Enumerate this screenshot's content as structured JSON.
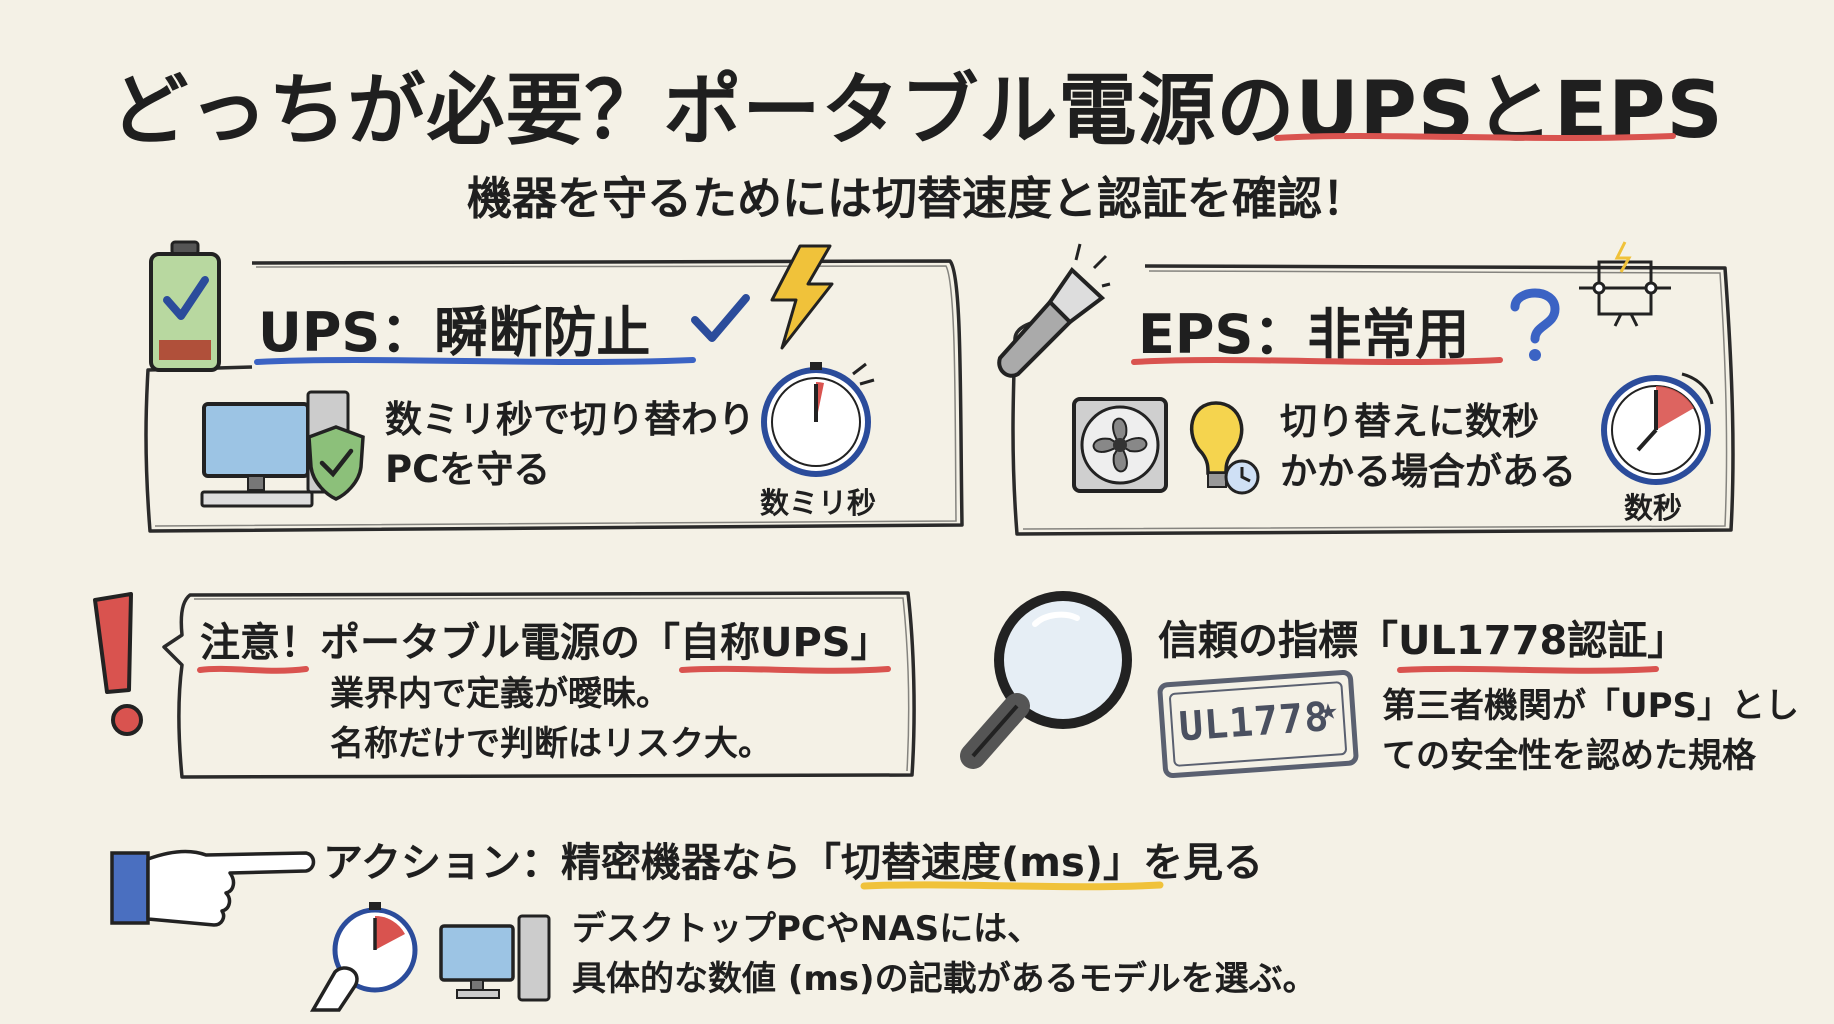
{
  "header": {
    "title": "どっちが必要？ポータブル電源のUPSとEPS",
    "subtitle": "機器を守るためには切替速度と認証を確認！"
  },
  "ups_panel": {
    "title": "UPS：瞬断防止",
    "line1": "数ミリ秒で切り替わり",
    "line2": "PCを守る",
    "timer_label": "数ミリ秒"
  },
  "eps_panel": {
    "title": "EPS：非常用",
    "line1": "切り替えに数秒",
    "line2": "かかる場合がある",
    "timer_label": "数秒"
  },
  "caution_panel": {
    "heading": "注意！ポータブル電源の「自称UPS」",
    "line1": "業界内で定義が曖昧。",
    "line2": "名称だけで判断はリスク大。"
  },
  "trust_panel": {
    "heading": "信頼の指標「UL1778認証」",
    "stamp_text": "UL1778",
    "line1": "第三者機関が「UPS」とし",
    "line2": "ての安全性を認めた規格"
  },
  "action_panel": {
    "heading": "アクション：精密機器なら「切替速度(ms)」を見る",
    "line1": "デスクトップPCやNASには、",
    "line2": "具体的な数値 (ms)の記載があるモデルを選ぶ。"
  },
  "colors": {
    "background": "#f4f1e6",
    "ink": "#1f1f1f",
    "accent_red": "#d9534f",
    "accent_blue": "#3b63c4",
    "accent_yellow": "#f0c23a",
    "accent_green": "#6aa84f"
  },
  "icons": [
    "battery-check-icon",
    "lightning-icon",
    "checkmark-icon",
    "desktop-pc-icon",
    "shield-check-icon",
    "stopwatch-icon",
    "flashlight-icon",
    "question-icon",
    "circuit-switch-icon",
    "fan-icon",
    "lightbulb-clock-icon",
    "timer-icon",
    "exclamation-icon",
    "magnifier-icon",
    "pointing-hand-icon",
    "stamp-icon"
  ]
}
